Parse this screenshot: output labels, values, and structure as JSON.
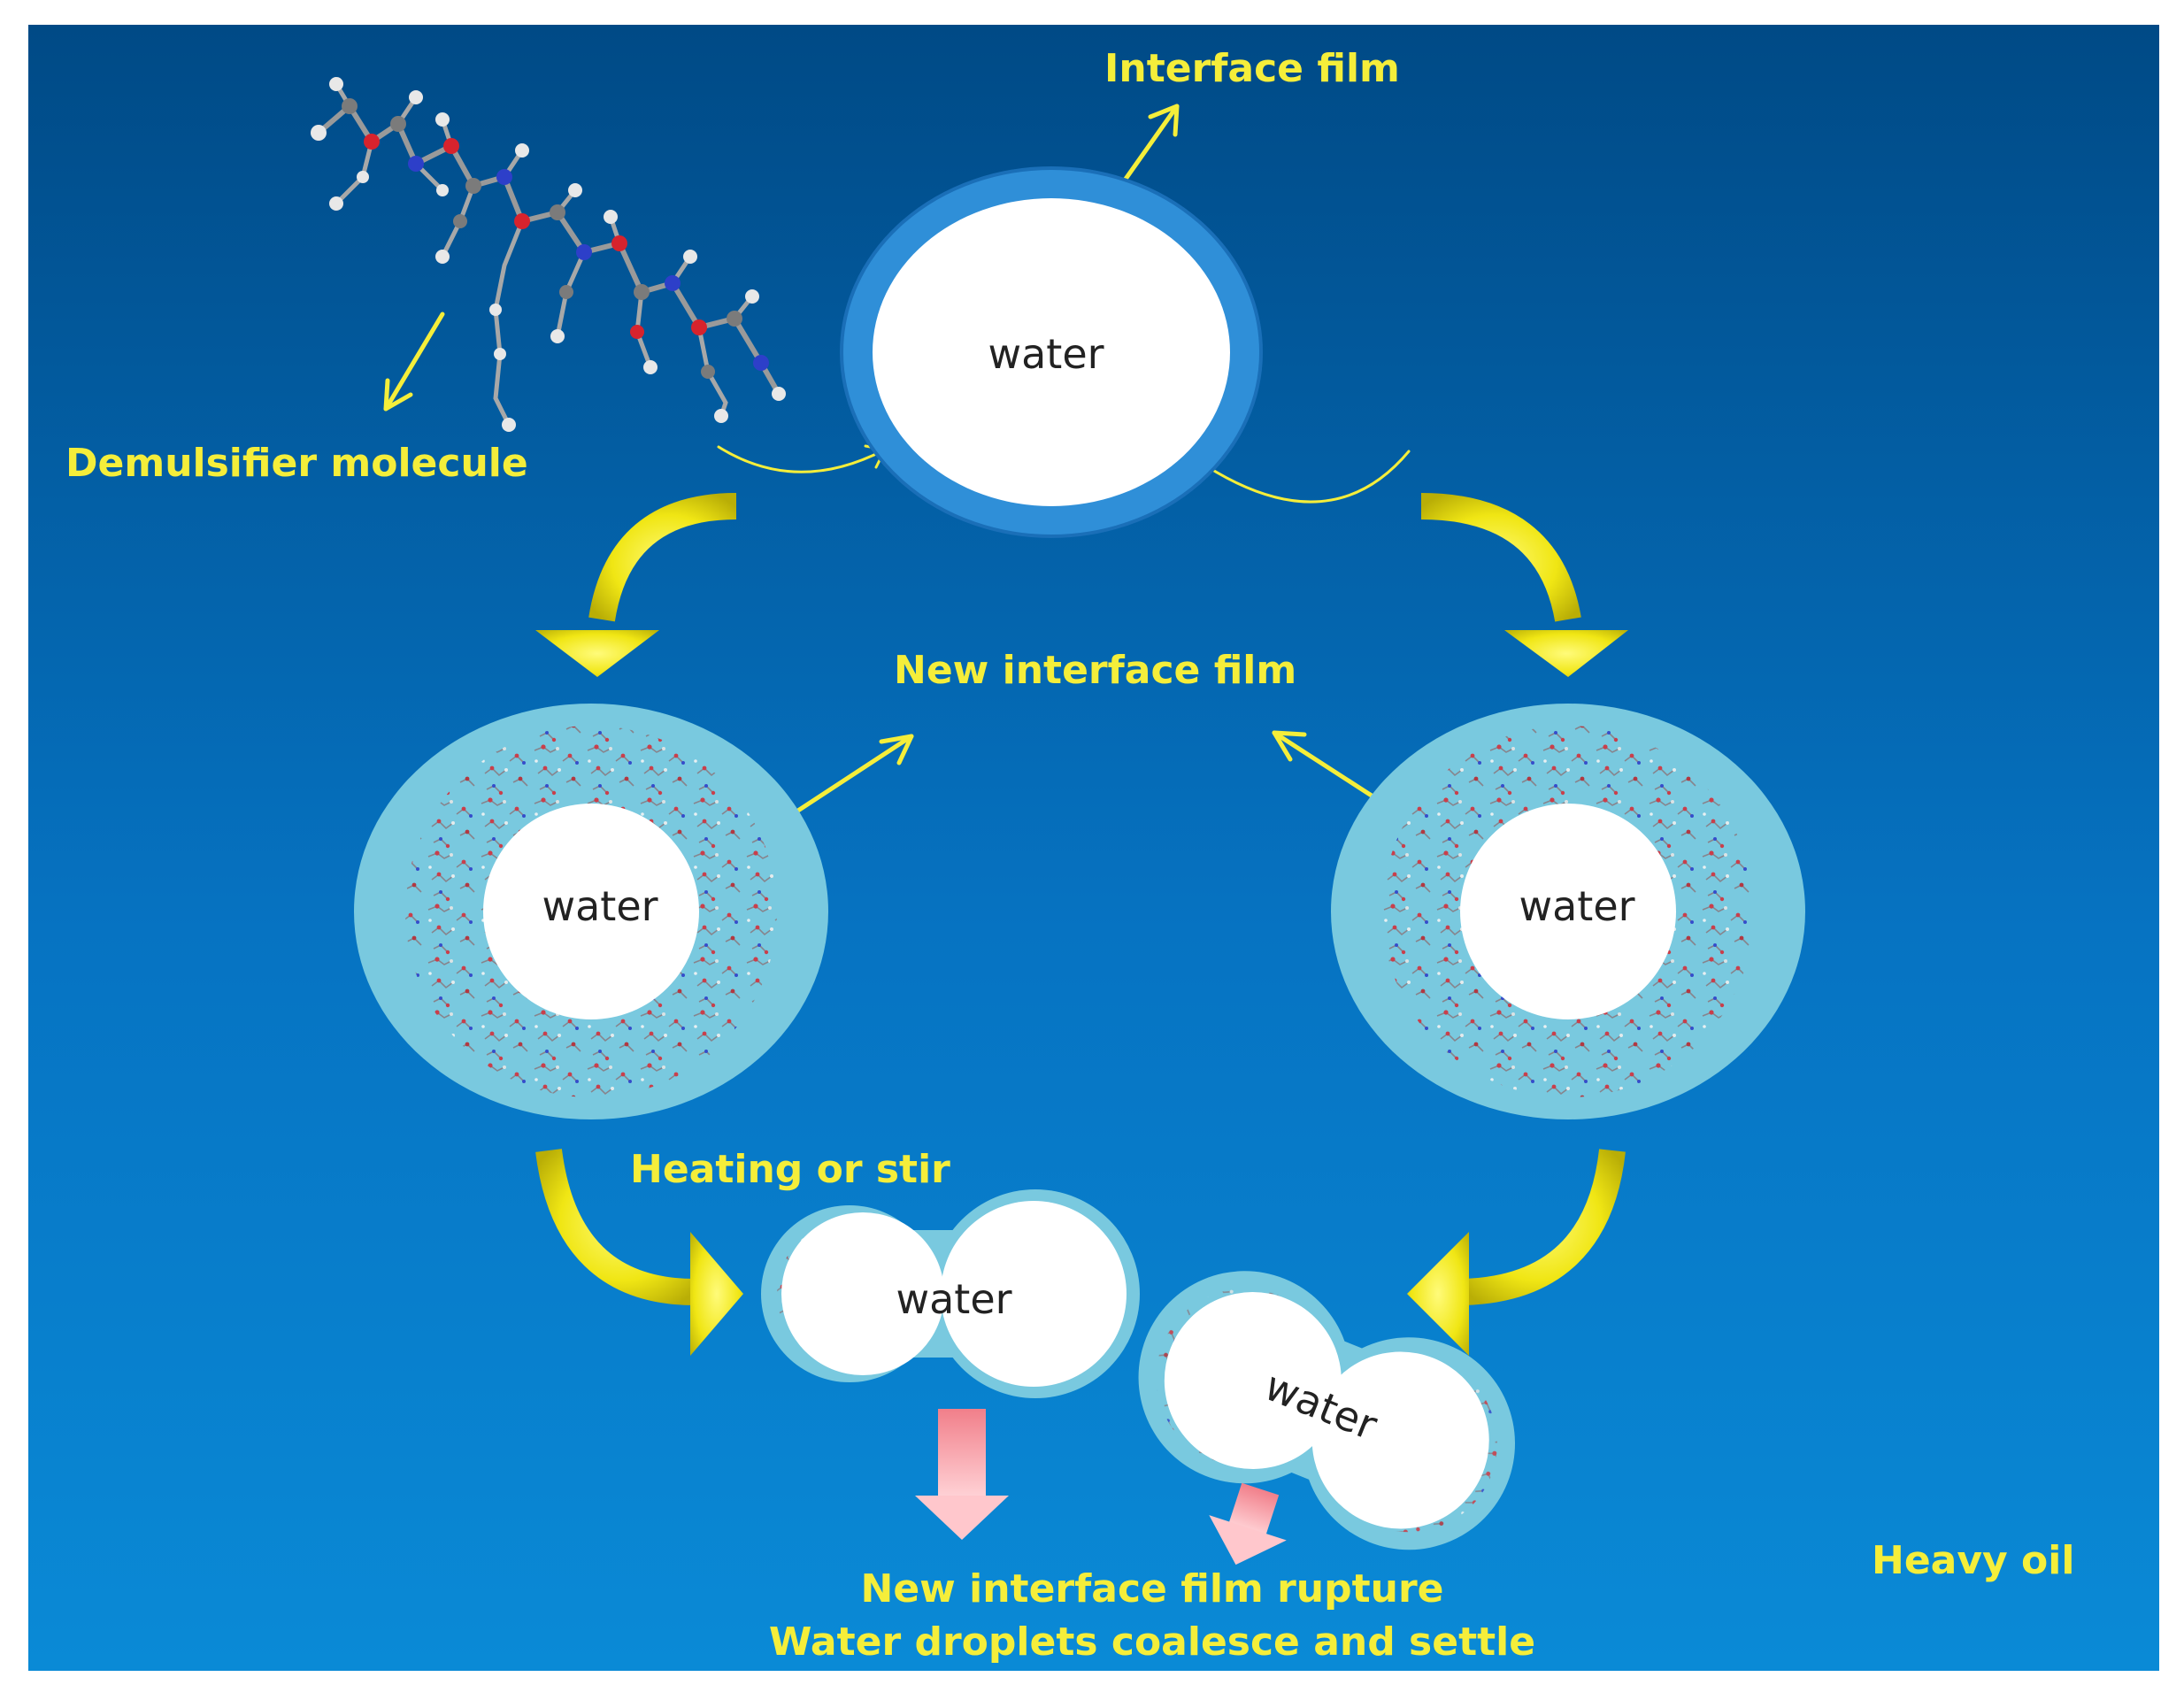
{
  "labels": {
    "interface_film": "Interface film",
    "demulsifier_molecule": "Demulsifier molecule",
    "new_interface_film": "New interface film",
    "heating_or_stir": "Heating or stir",
    "film_rupture": "New interface film rupture",
    "coalesce_settle": "Water droplets coalesce and settle",
    "heavy_oil": "Heavy oil"
  },
  "droplets": {
    "top": "water",
    "left": "water",
    "right": "water",
    "bottom_left": "water",
    "bottom_right": "water"
  },
  "colors": {
    "background_top": "#004a86",
    "background_bottom": "#0a8ad6",
    "label_yellow": "#f5ee3a",
    "curved_arrow_yellow": "#f2ea12",
    "interface_film_blue": "#2f8fd8",
    "new_film_cyan": "#79c9df",
    "settle_arrow_pink": "#f8a0a8",
    "water_white": "#ffffff"
  }
}
